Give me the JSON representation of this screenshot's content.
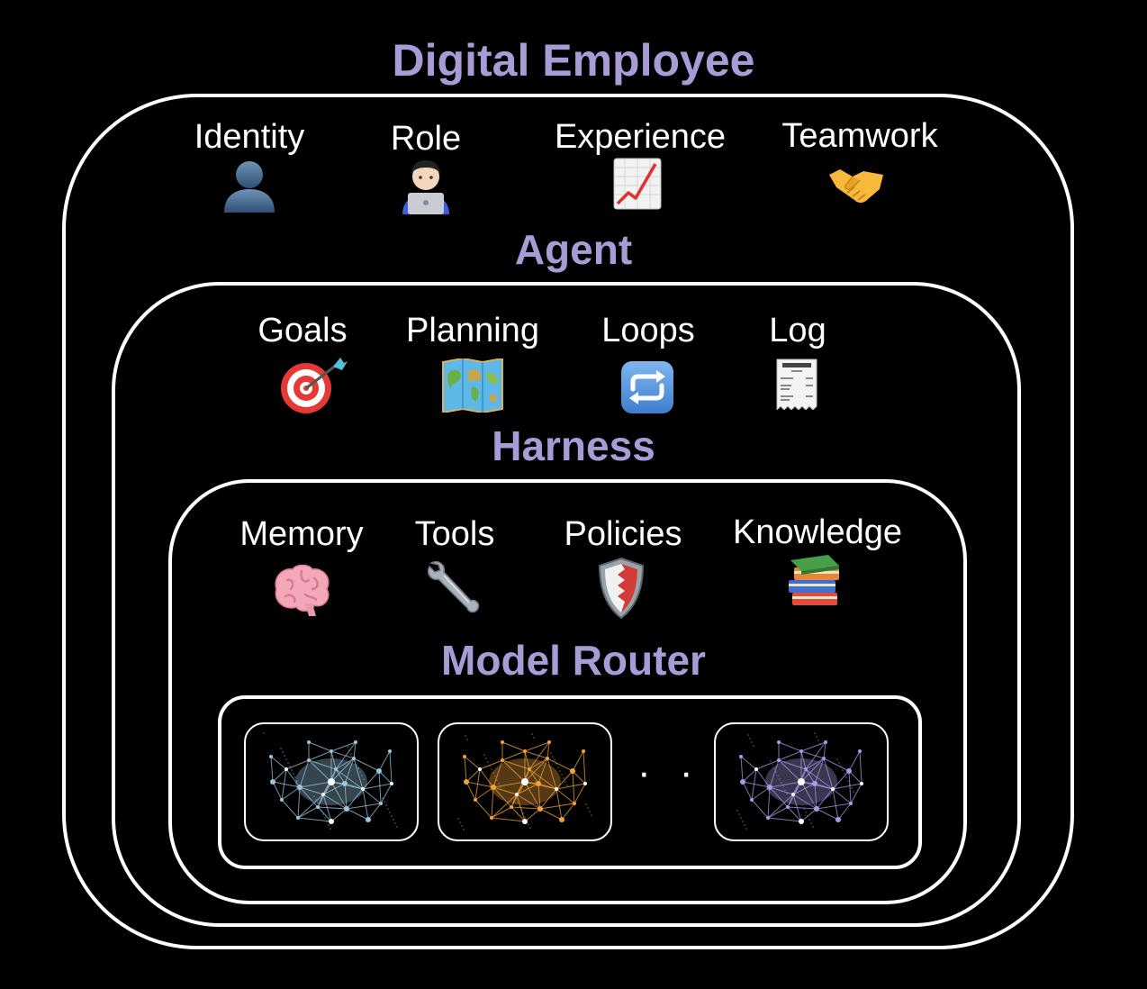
{
  "digital_employee": {
    "title": "Digital Employee",
    "items": [
      {
        "label": "Identity",
        "icon": "person-silhouette-icon"
      },
      {
        "label": "Role",
        "icon": "technologist-laptop-icon"
      },
      {
        "label": "Experience",
        "icon": "chart-increasing-icon"
      },
      {
        "label": "Teamwork",
        "icon": "handshake-icon"
      }
    ]
  },
  "agent": {
    "title": "Agent",
    "items": [
      {
        "label": "Goals",
        "icon": "direct-hit-target-icon"
      },
      {
        "label": "Planning",
        "icon": "world-map-icon"
      },
      {
        "label": "Loops",
        "icon": "repeat-arrows-icon"
      },
      {
        "label": "Log",
        "icon": "receipt-icon"
      }
    ]
  },
  "harness": {
    "title": "Harness",
    "items": [
      {
        "label": "Memory",
        "icon": "brain-icon"
      },
      {
        "label": "Tools",
        "icon": "wrench-icon"
      },
      {
        "label": "Policies",
        "icon": "shield-icon"
      },
      {
        "label": "Knowledge",
        "icon": "books-icon"
      }
    ]
  },
  "model_router": {
    "title": "Model Router",
    "models": [
      {
        "icon": "neural-network-icon",
        "color": "#9CC6DE"
      },
      {
        "icon": "neural-network-icon",
        "color": "#F2A23A"
      },
      {
        "icon": "neural-network-icon",
        "color": "#A99BE6"
      }
    ],
    "ellipsis": "· · ·"
  },
  "colors": {
    "title": "#A99BD6",
    "border": "#FFFFFF",
    "background": "#000000"
  }
}
